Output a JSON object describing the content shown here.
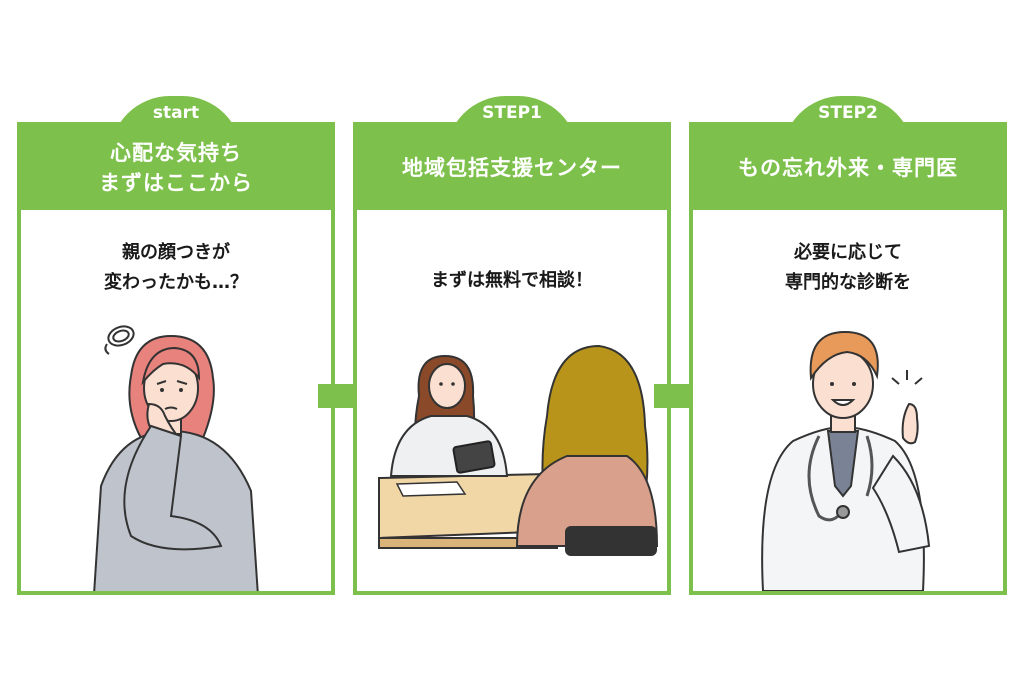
{
  "steps": [
    {
      "tab": "start",
      "title_lines": [
        "心配な気持ち",
        "まずはここから"
      ],
      "body_lines": [
        "親の顔つきが",
        "変わったかも…？"
      ]
    },
    {
      "tab": "STEP1",
      "title_lines": [
        "地域包括支援センター"
      ],
      "body_lines": [
        "まずは無料で相談！"
      ]
    },
    {
      "tab": "STEP2",
      "title_lines": [
        "もの忘れ外来・専門医"
      ],
      "body_lines": [
        "必要に応じて",
        "専門的な診断を"
      ]
    }
  ],
  "colors": {
    "accent": "#7dc04b",
    "text": "#1a1a1a"
  }
}
